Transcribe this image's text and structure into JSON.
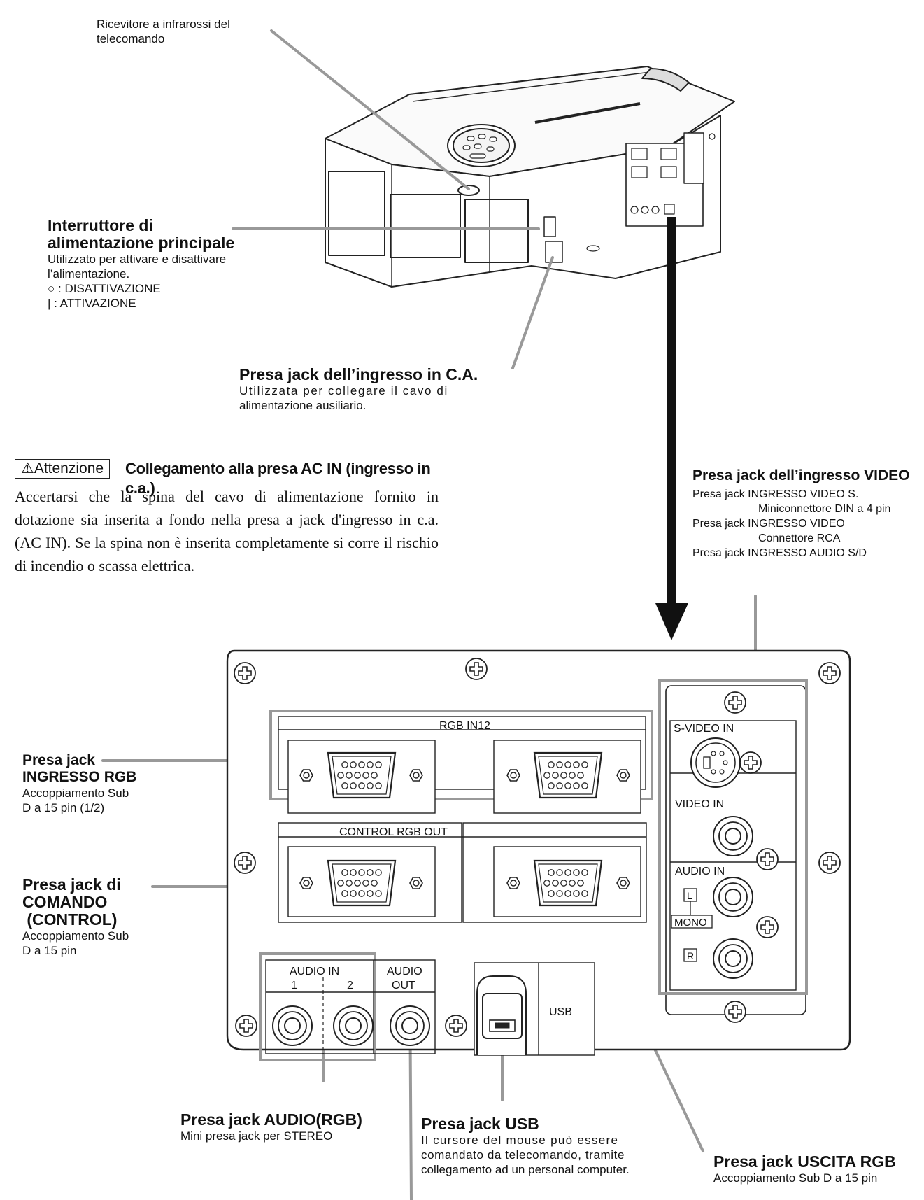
{
  "ir_receiver": {
    "line1": "Ricevitore a infrarossi del",
    "line2": "telecomando"
  },
  "main_switch": {
    "title1": "Interruttore di",
    "title2": "alimentazione principale",
    "desc1": "Utilizzato per attivare e disattivare",
    "desc2": "l’alimentazione.",
    "off": "○ : DISATTIVAZIONE",
    "on": "| : ATTIVAZIONE"
  },
  "ac_inlet": {
    "title": "Presa jack dell’ingresso in C.A.",
    "desc1": "Utilizzata per collegare il cavo di",
    "desc2": "alimentazione ausiliario."
  },
  "warning": {
    "label": "⚠Attenzione",
    "title": "Collegamento alla presa AC IN (ingresso in c.a.)",
    "body": "Accertarsi che la spina del cavo di alimentazione fornito in dotazione sia inserita a fondo nella presa a jack d'ingresso in c.a. (AC IN). Se la spina non è inserita completamente si corre il rischio di incendio o scassa elettrica."
  },
  "video_in": {
    "title": "Presa jack dell’ingresso VIDEO",
    "l1": "Presa jack INGRESSO VIDEO S.",
    "l2": "Miniconnettore DIN a 4 pin",
    "l3": "Presa jack INGRESSO VIDEO",
    "l4": "Connettore RCA",
    "l5": "Presa jack INGRESSO AUDIO S/D"
  },
  "rgb_in": {
    "t1": "Presa jack",
    "t2": "INGRESSO RGB",
    "d1": "Accoppiamento Sub",
    "d2": "D a 15 pin (1/2)"
  },
  "control": {
    "t1": "Presa jack di",
    "t2": "COMANDO",
    "t3": " (CONTROL)",
    "d1": "Accoppiamento Sub",
    "d2": "D a 15 pin"
  },
  "audio_rgb": {
    "title": "Presa jack AUDIO(RGB)",
    "desc": "Mini presa jack per STEREO"
  },
  "usb": {
    "title": "Presa jack USB",
    "d1": "Il cursore del mouse può essere",
    "d2": "comandato da telecomando, tramite",
    "d3": "collegamento ad un personal computer."
  },
  "rgb_out": {
    "title": "Presa jack USCITA RGB",
    "desc": "Accoppiamento Sub D a 15 pin"
  },
  "panel": {
    "rgb_in12": "RGB  IN12",
    "control_rgb_out": "CONTROL RGB  OUT",
    "svideo_in": "S-VIDEO  IN",
    "video_in": "VIDEO  IN",
    "audio_in": "AUDIO  IN",
    "l": "L",
    "mono": "MONO",
    "r": "R",
    "audio_in_bottom": "AUDIO   IN",
    "ch1": "1",
    "ch2": "2",
    "audio": "AUDIO",
    "out": "OUT",
    "usb": "USB"
  }
}
